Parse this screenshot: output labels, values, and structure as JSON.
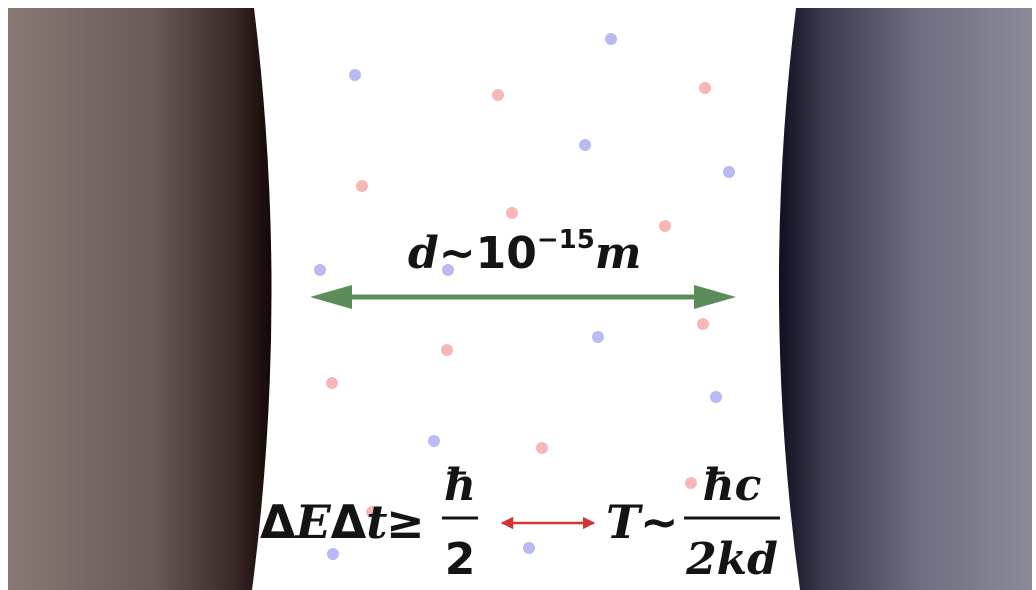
{
  "separation": {
    "variable": "d",
    "relation": "~",
    "base": "10",
    "exponent": "−15",
    "unit": "m"
  },
  "uncertainty": {
    "delta1": "Δ",
    "energy": "E",
    "delta2": "Δ",
    "time": "t",
    "relation": "≥",
    "numerator": "ħ",
    "denominator": "2"
  },
  "temperature": {
    "variable": "T",
    "relation": "~",
    "numerator": "ħc",
    "denominator": "2kd"
  },
  "colors": {
    "separation_arrow": "#5b8c5a",
    "link_arrow": "#d03636",
    "particle_pink": "#f7b7b7",
    "particle_blue": "#b9b9f5",
    "plate_left_dark": "#1a0b0b",
    "plate_left_light": "#8a7a76",
    "plate_right_dark": "#151528",
    "plate_right_light": "#888898"
  }
}
